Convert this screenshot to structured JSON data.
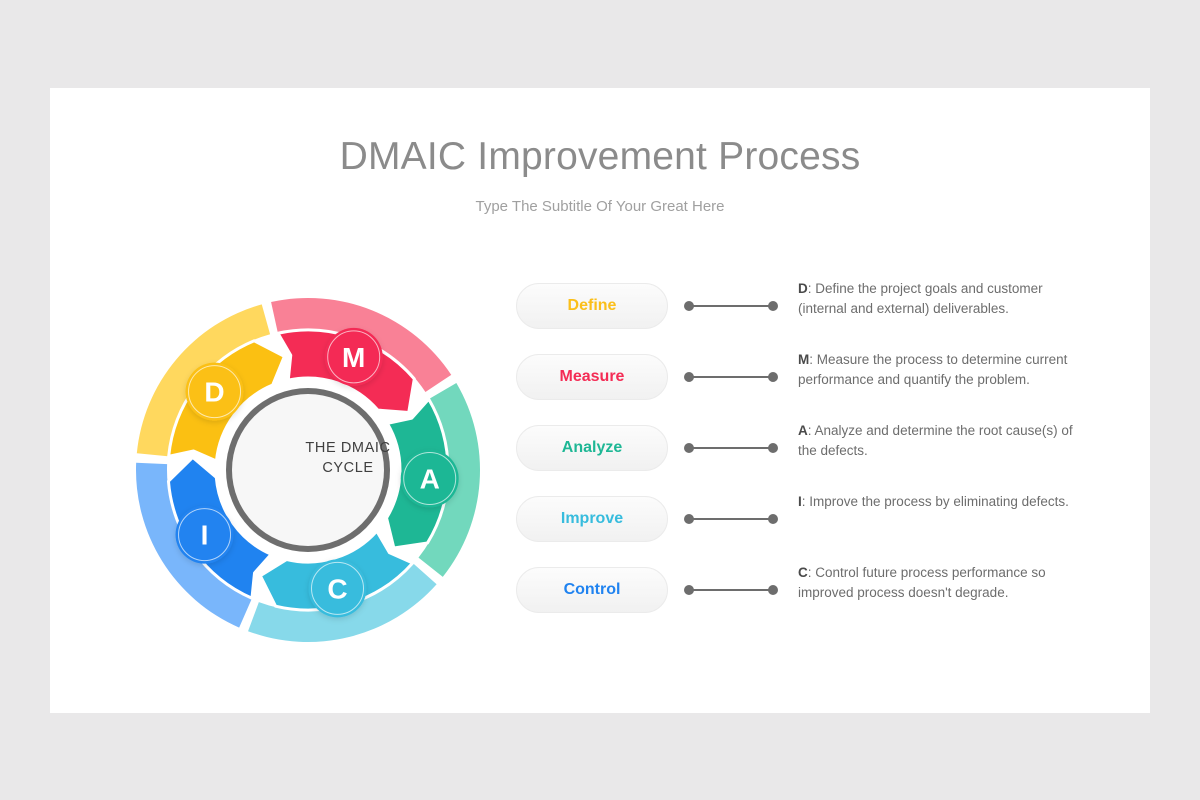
{
  "slide": {
    "title": "DMAIC Improvement Process",
    "subtitle": "Type The Subtitle Of Your Great Here",
    "background": "#e9e8e9",
    "card_background": "#ffffff"
  },
  "wheel": {
    "center_line1": "THE DMAIC",
    "center_line2": "CYCLE",
    "center_ring_color": "#6e6e6e",
    "center_fill": "#f7f7f7",
    "segments": [
      {
        "key": "define",
        "letter": "D",
        "inner_color": "#fbc012",
        "outer_color": "#ffd85e",
        "badge_color": "#fbc012"
      },
      {
        "key": "measure",
        "letter": "M",
        "inner_color": "#f42c55",
        "outer_color": "#f98196",
        "badge_color": "#f42c55"
      },
      {
        "key": "analyze",
        "letter": "A",
        "inner_color": "#1eb795",
        "outer_color": "#72d8bd",
        "badge_color": "#1eb795"
      },
      {
        "key": "control",
        "letter": "C",
        "inner_color": "#37bcdd",
        "outer_color": "#87d9ea",
        "badge_color": "#37bcdd"
      },
      {
        "key": "improve",
        "letter": "I",
        "inner_color": "#2083f0",
        "outer_color": "#79b6fb",
        "badge_color": "#2083f0"
      }
    ]
  },
  "items": [
    {
      "label": "Define",
      "color": "#fbbf1a",
      "prefix": "D",
      "text": ": Define the project goals and customer (internal and external) deliverables."
    },
    {
      "label": "Measure",
      "color": "#f42c55",
      "prefix": "M",
      "text": ": Measure the process to determine current performance and quantify the problem."
    },
    {
      "label": "Analyze",
      "color": "#1eb795",
      "prefix": "A",
      "text": ": Analyze and determine the root cause(s) of the defects."
    },
    {
      "label": "Improve",
      "color": "#37bcdd",
      "prefix": "I",
      "text": ": Improve the process by eliminating defects."
    },
    {
      "label": "Control",
      "color": "#2083f0",
      "prefix": "C",
      "text": ": Control future process performance so improved process doesn't degrade."
    }
  ]
}
